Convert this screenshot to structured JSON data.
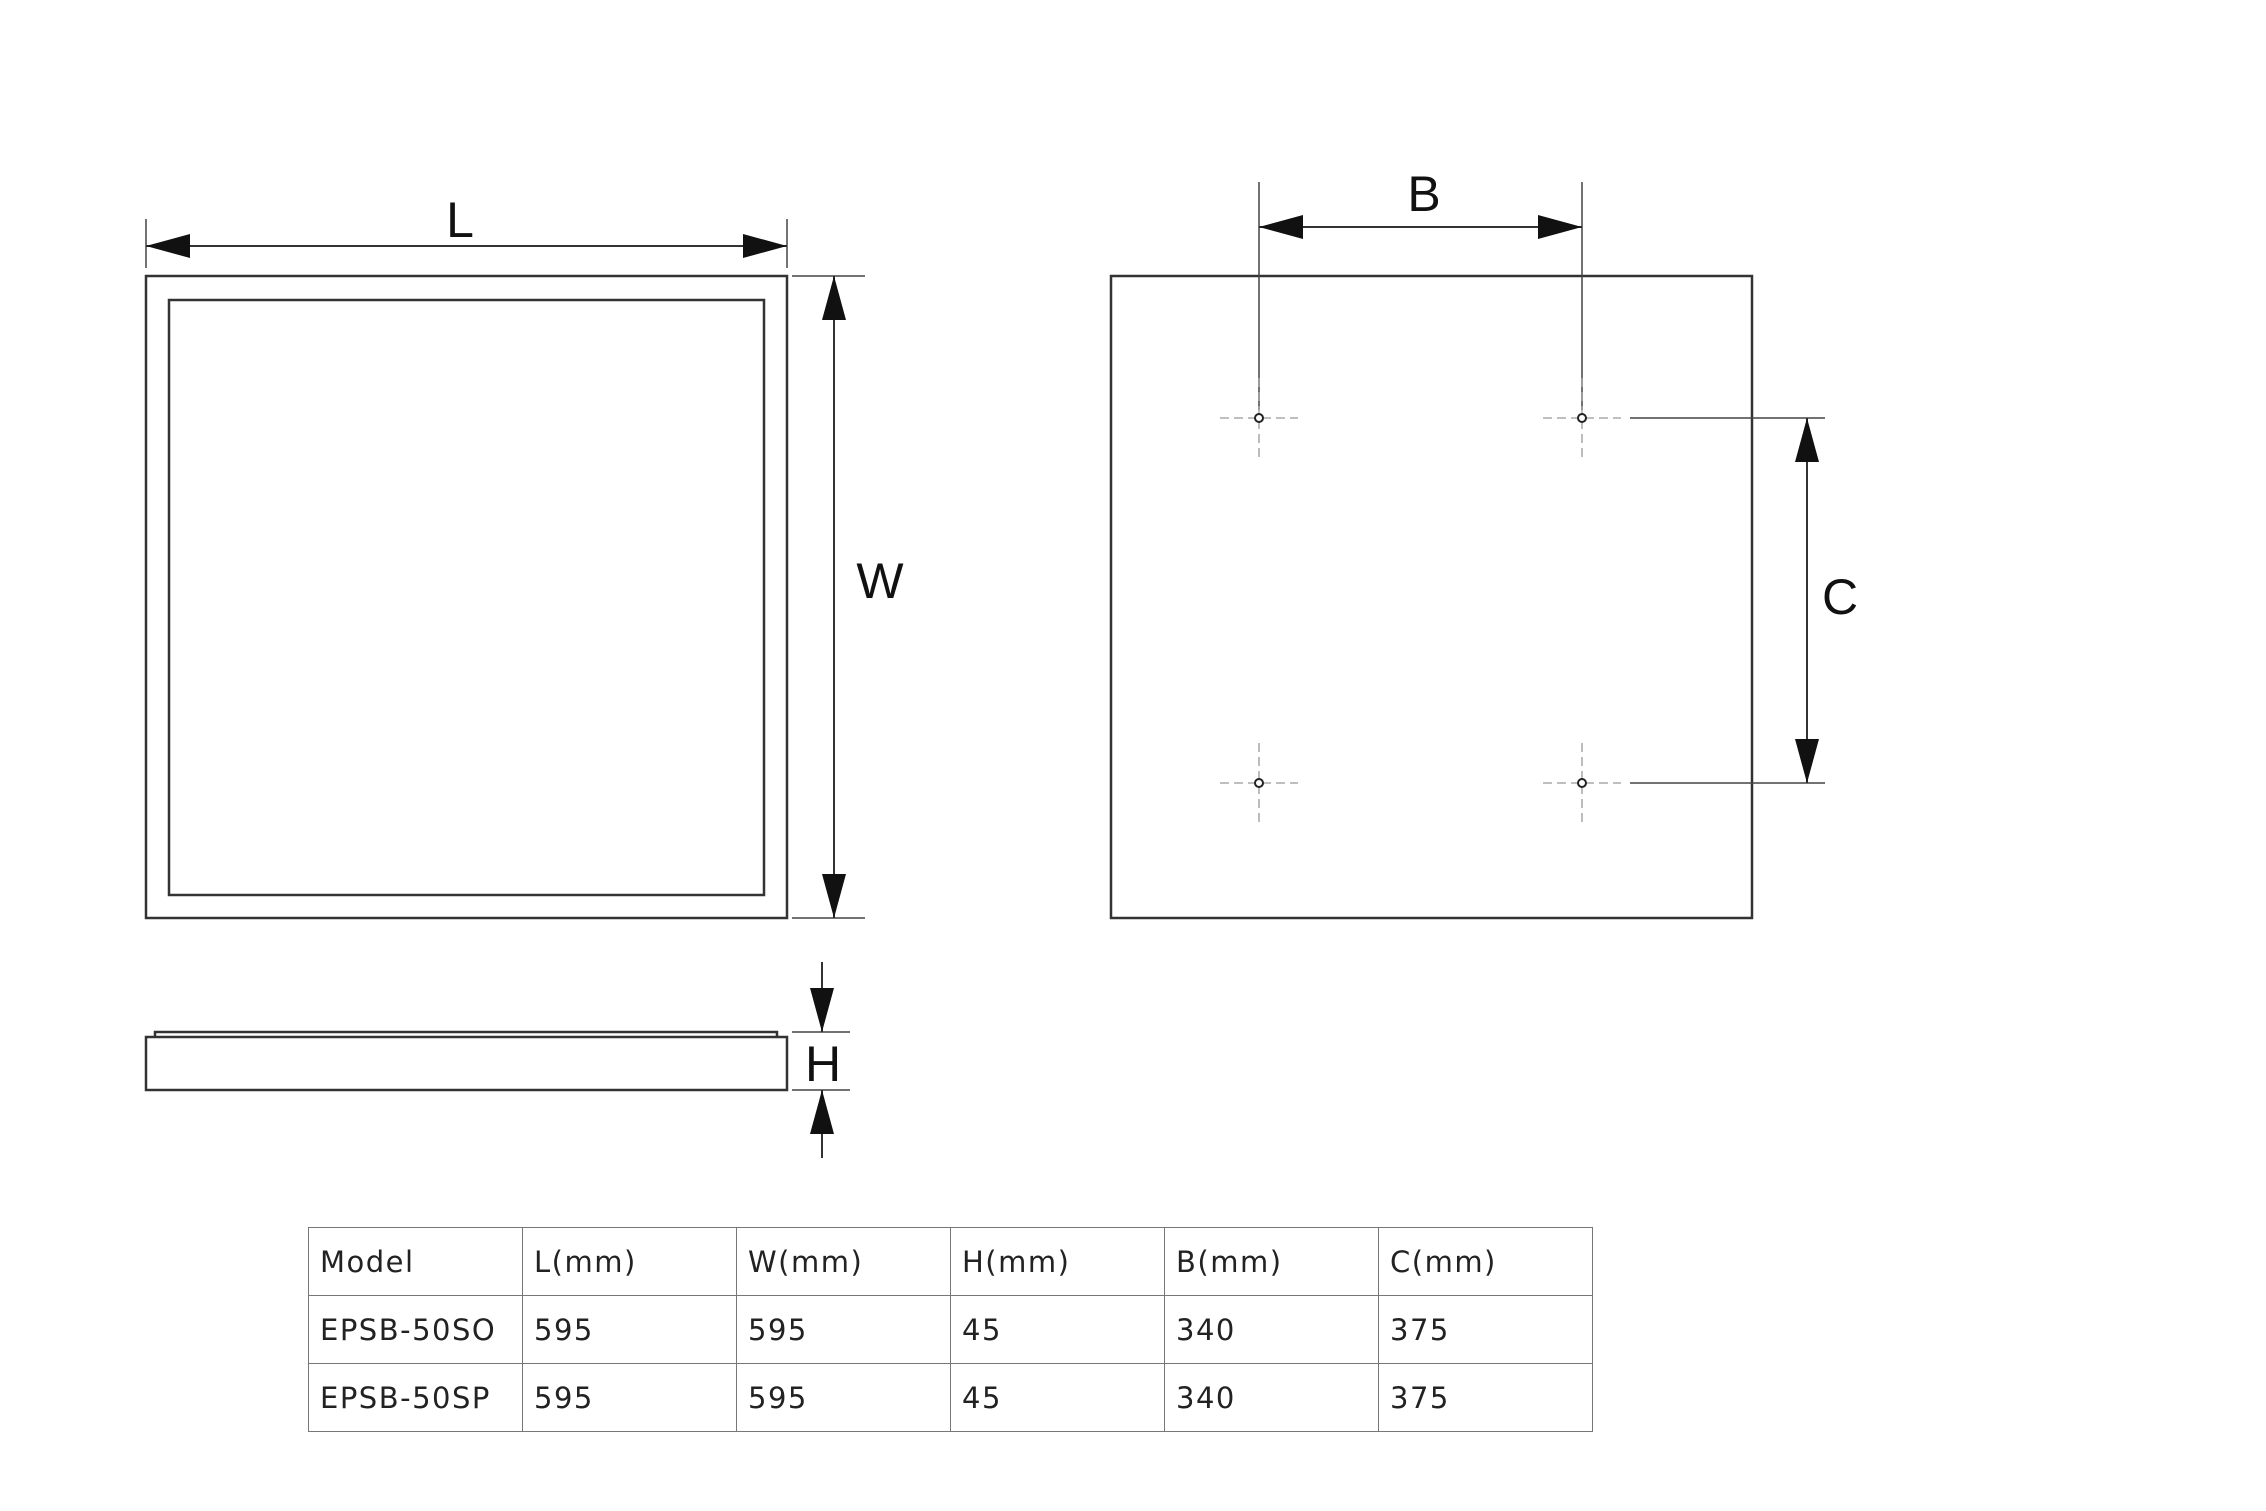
{
  "labels": {
    "length": "L",
    "width": "W",
    "height": "H",
    "hole_spacing_b": "B",
    "hole_spacing_c": "C"
  },
  "table": {
    "headers": [
      "Model",
      "L(mm)",
      "W(mm)",
      "H(mm)",
      "B(mm)",
      "C(mm)"
    ],
    "rows": [
      [
        "EPSB-50SO",
        "595",
        "595",
        "45",
        "340",
        "375"
      ],
      [
        "EPSB-50SP",
        "595",
        "595",
        "45",
        "340",
        "375"
      ]
    ]
  }
}
